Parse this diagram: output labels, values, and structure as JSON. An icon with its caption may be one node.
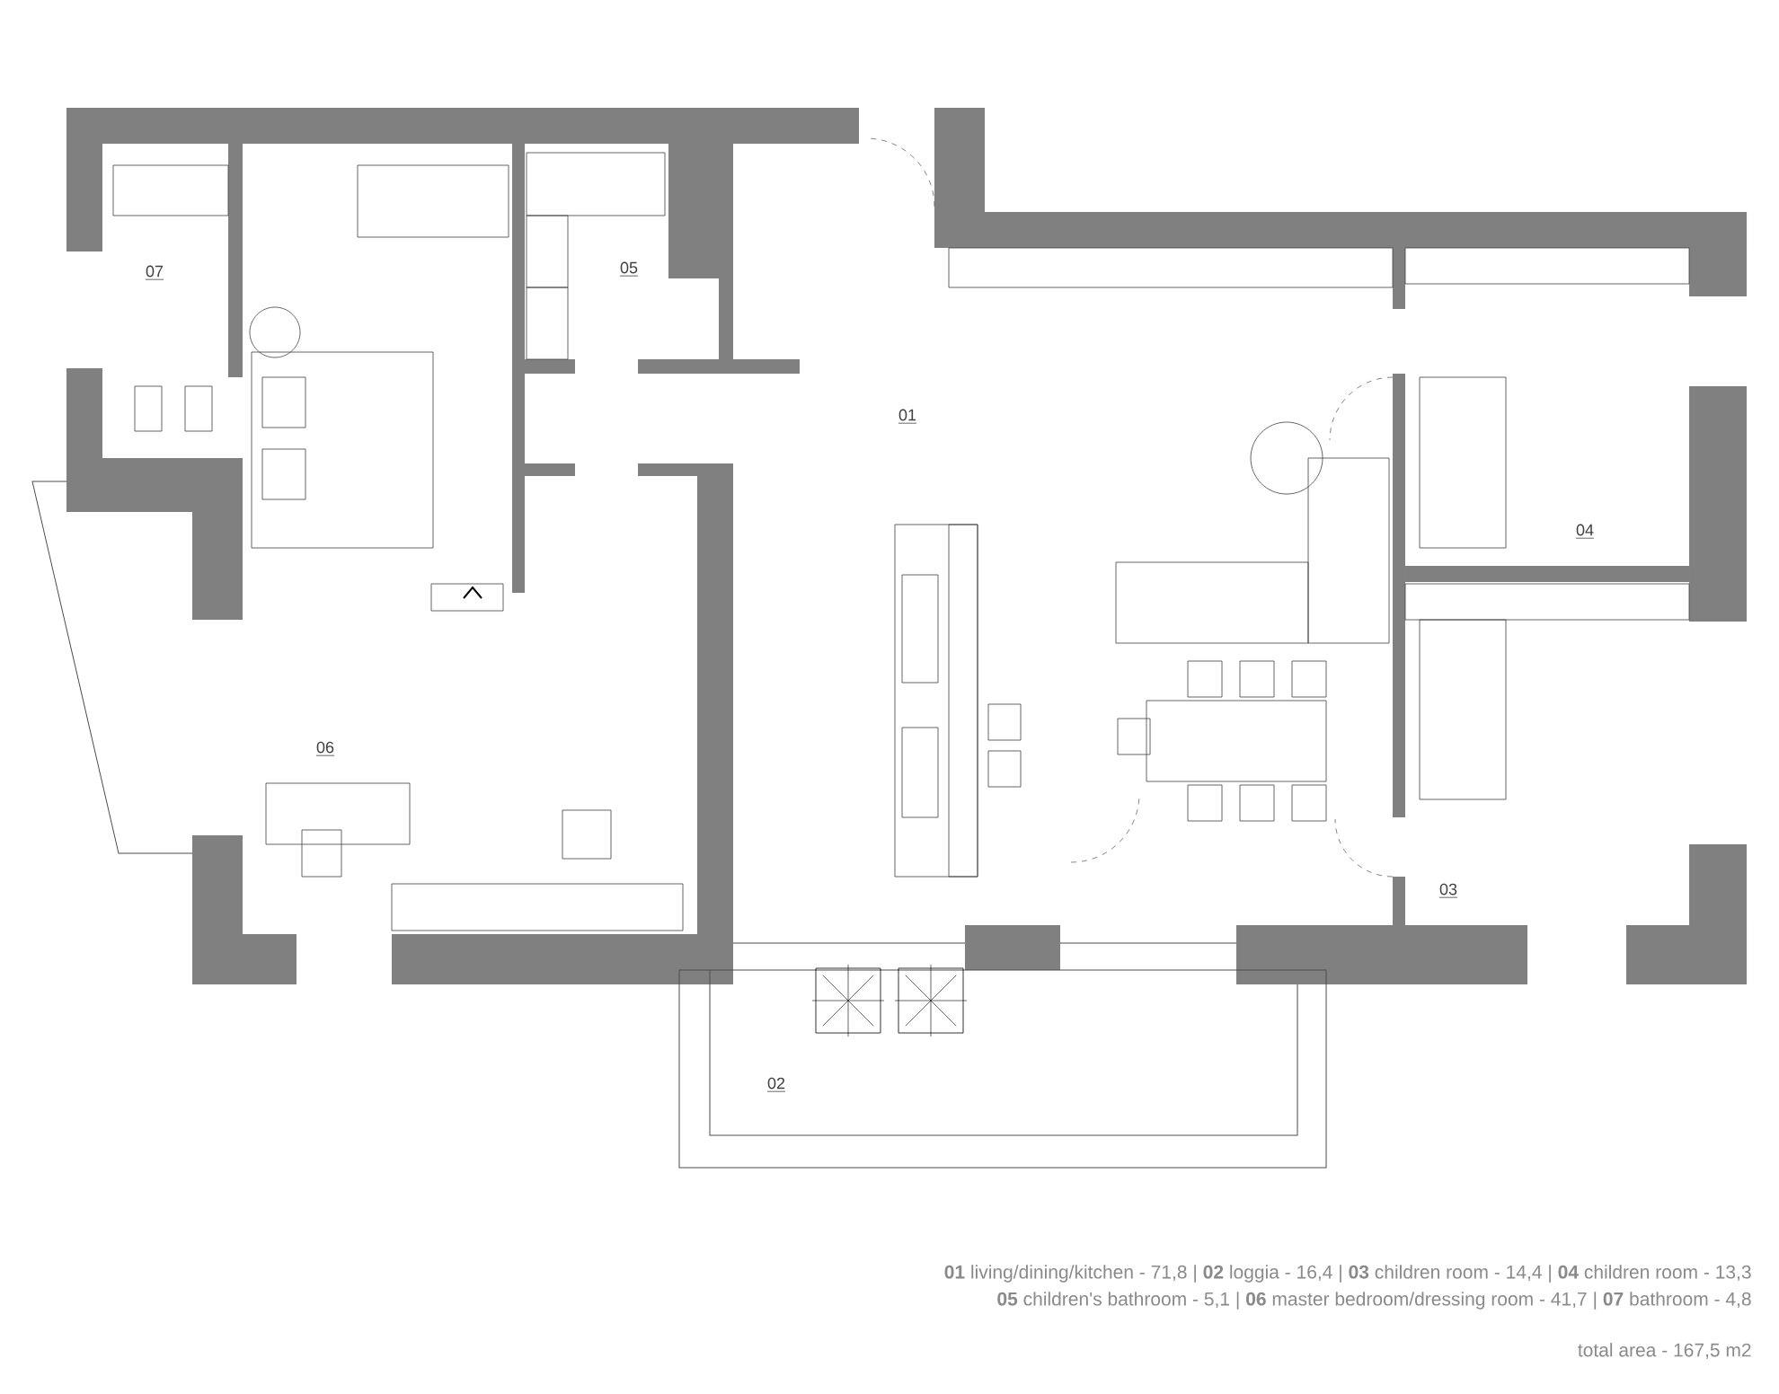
{
  "diagram": {
    "labels": [
      "07",
      "05",
      "01",
      "04",
      "06",
      "03",
      "02",
      "**01** living/dining/kitchen - 71,8 | **02** loggia - 16,4 | **03** children room - 14,4 | **04** children room - 13,3",
      "**05** children's bathroom - 5,1 | **06** master bedroom/dressing room - 41,7 | **07** bathroom - 4,8",
      "total area - 167,5 m2"
    ]
  }
}
